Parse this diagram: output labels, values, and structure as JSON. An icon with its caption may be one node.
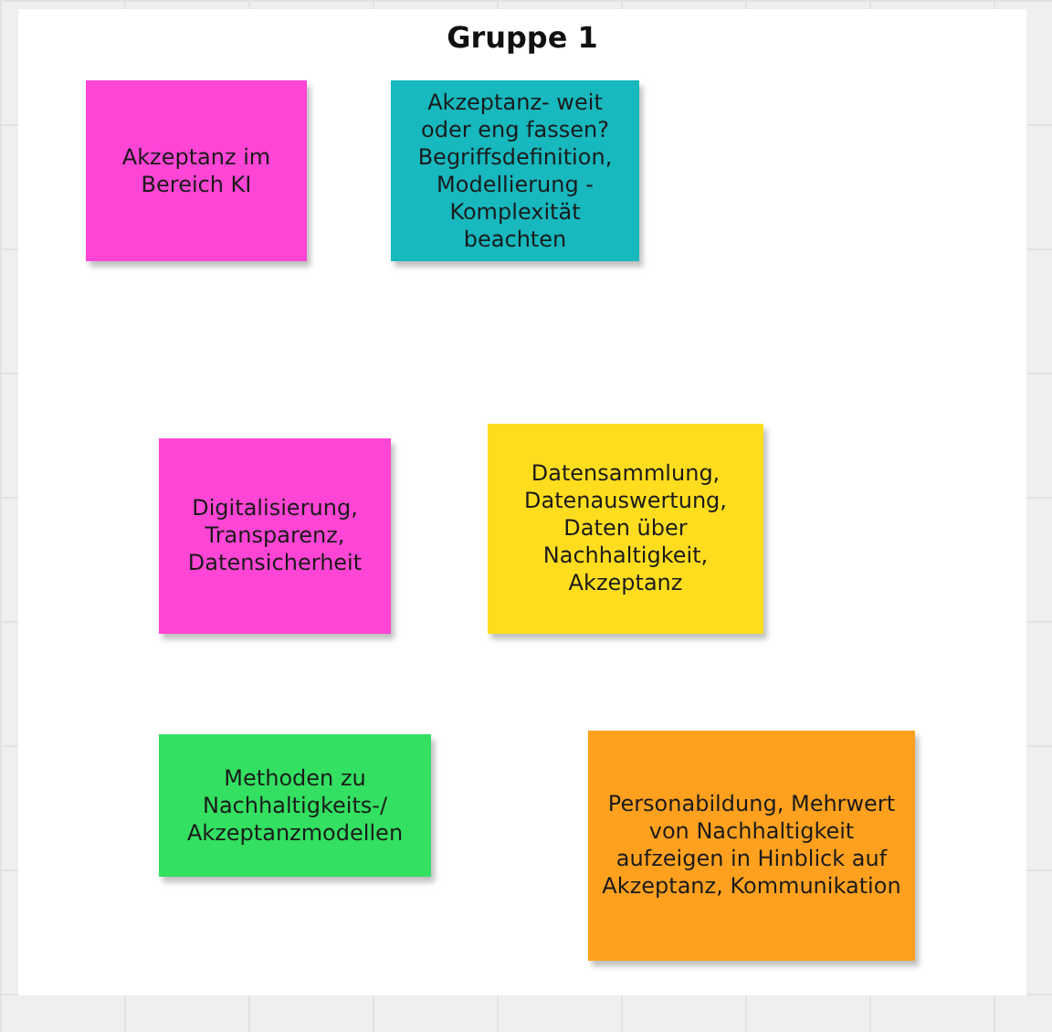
{
  "diagram": {
    "nodes": [
      {
        "text": [
          "Gruppe 1"
        ]
      },
      {
        "text": [
          "Akzeptanz im Bereich KI"
        ],
        "in": 0
      },
      {
        "text": [
          "Akzeptanz- weit oder eng fassen? Begriffsdefinition, Modellierung - Komplexität beachten"
        ],
        "in": 0
      },
      {
        "text": [
          "Digitalisierung, Transparenz, Datensicherheit"
        ],
        "in": 0
      },
      {
        "text": [
          "Datensammlung, Datenauswertung, Daten über Nachhaltigkeit, Akzeptanz"
        ],
        "in": 0
      },
      {
        "text": [
          "Methoden zu Nachhaltigkeits-/ Akzeptanzmodellen"
        ],
        "in": 0
      },
      {
        "text": [
          "Personabildung, Mehrwert von Nachhaltigkeit aufzeigen in Hinblick auf Akzeptanz, Kommunikation"
        ],
        "in": 0
      }
    ]
  }
}
